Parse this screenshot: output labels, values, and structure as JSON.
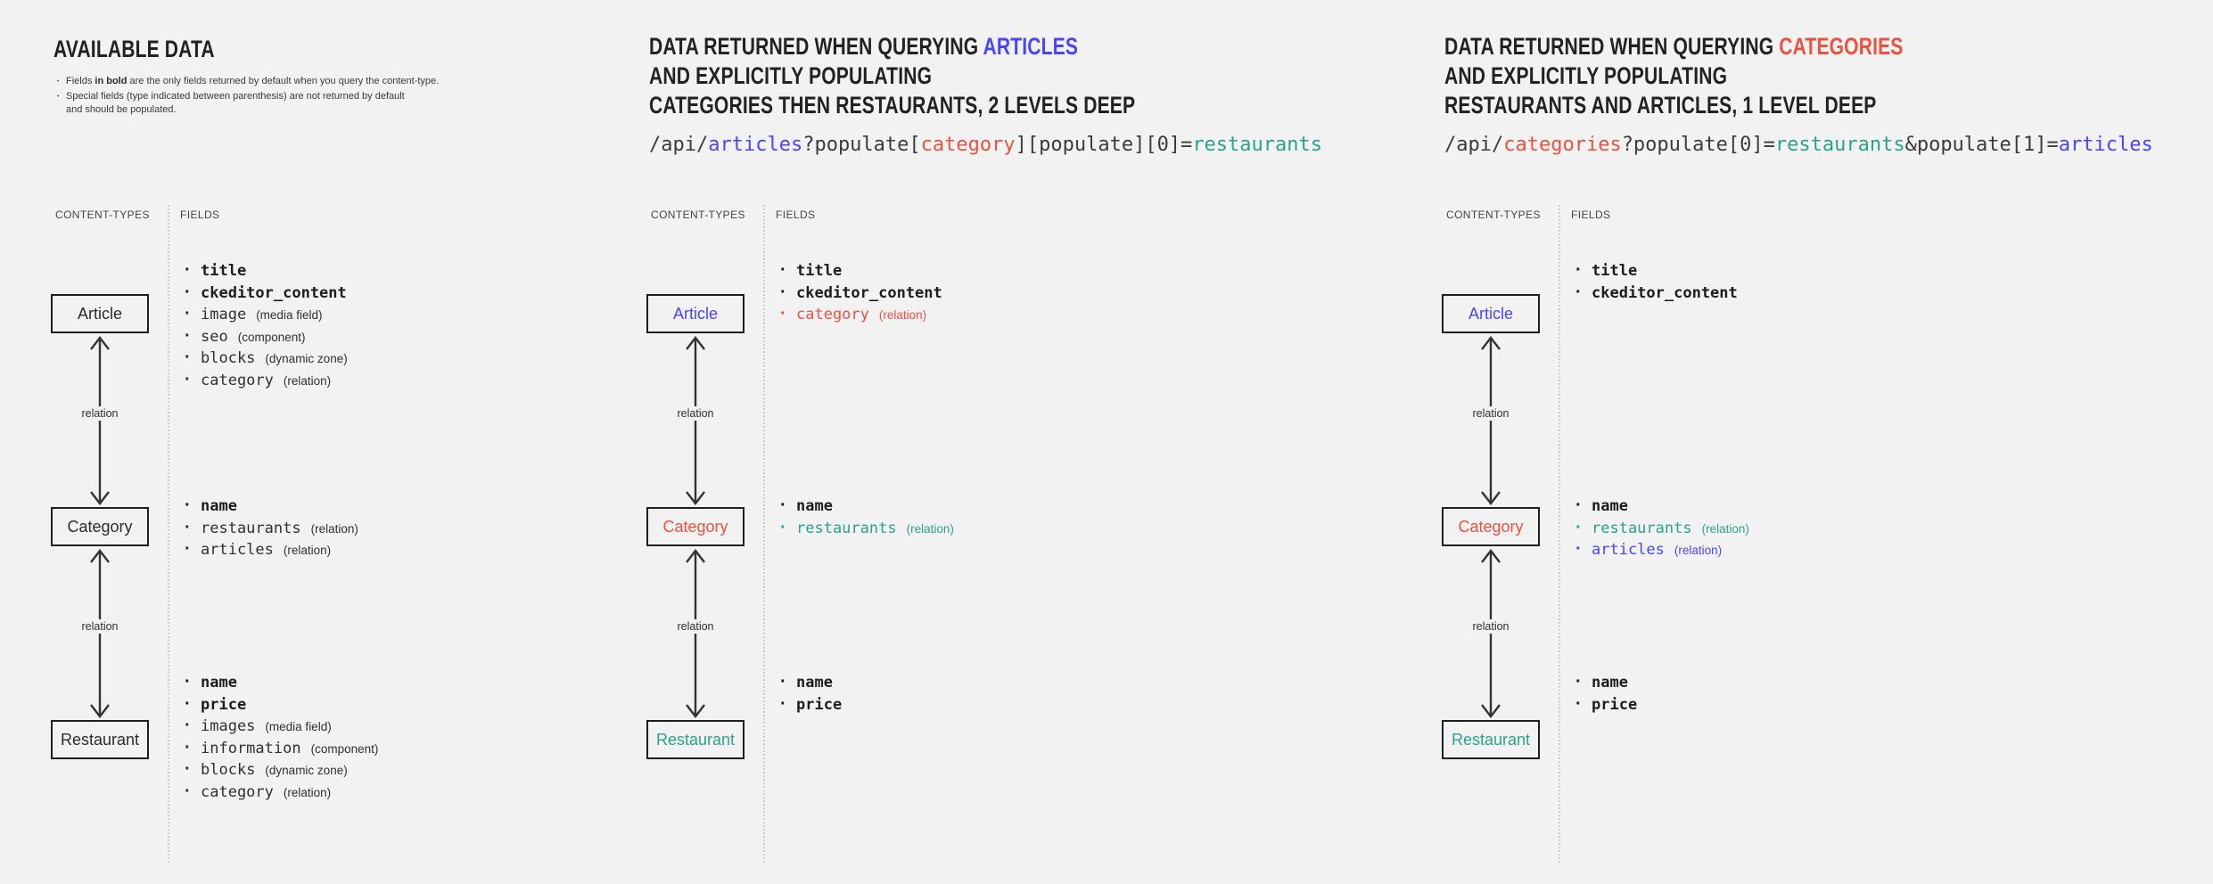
{
  "colors": {
    "background": "#f2f2f2",
    "heading": "#222222",
    "code_default": "#3b3b3b",
    "blue": "#4945ff",
    "red": "#ed5140",
    "teal": "#2aa38a"
  },
  "panels": [
    {
      "title": "AVAILABLE DATA",
      "notes": {
        "n1_prefix": "Fields ",
        "n1_bold": "in bold",
        "n1_suffix": " are the only fields returned by default when you query the content-type.",
        "n2": "Special fields (type indicated between parenthesis) are not returned by default and should be populated."
      },
      "diagram": {
        "content_types_label": "CONTENT-TYPES",
        "fields_label": "FIELDS",
        "arrows": [
          {
            "label": "relation"
          },
          {
            "label": "relation"
          }
        ],
        "nodes": [
          {
            "name": "Article",
            "fields": [
              {
                "name": "title",
                "bold": true
              },
              {
                "name": "ckeditor_content",
                "bold": true
              },
              {
                "name": "image",
                "type": "(media field)"
              },
              {
                "name": "seo",
                "type": "(component)"
              },
              {
                "name": "blocks",
                "type": "(dynamic zone)"
              },
              {
                "name": "category",
                "type": "(relation)"
              }
            ]
          },
          {
            "name": "Category",
            "fields": [
              {
                "name": "name",
                "bold": true
              },
              {
                "name": "restaurants",
                "type": "(relation)"
              },
              {
                "name": "articles",
                "type": "(relation)"
              }
            ]
          },
          {
            "name": "Restaurant",
            "fields": [
              {
                "name": "name",
                "bold": true
              },
              {
                "name": "price",
                "bold": true
              },
              {
                "name": "images",
                "type": "(media field)"
              },
              {
                "name": "information",
                "type": "(component)"
              },
              {
                "name": "blocks",
                "type": "(dynamic zone)"
              },
              {
                "name": "category",
                "type": "(relation)"
              }
            ]
          }
        ]
      }
    },
    {
      "heading": {
        "prefix": "DATA RETURNED WHEN QUERYING ",
        "accent": "ARTICLES",
        "accent_color": "#4945ff",
        "line2": "AND EXPLICITLY POPULATING",
        "line3": "CATEGORIES THEN RESTAURANTS, 2 LEVELS DEEP"
      },
      "api_segments": [
        {
          "text": "/api/",
          "color": "#3b3b3b"
        },
        {
          "text": "articles",
          "color": "#4945ff"
        },
        {
          "text": "?populate[",
          "color": "#3b3b3b"
        },
        {
          "text": "category",
          "color": "#ed5140"
        },
        {
          "text": "][populate][0]=",
          "color": "#3b3b3b"
        },
        {
          "text": "restaurants",
          "color": "#2aa38a"
        }
      ],
      "diagram": {
        "content_types_label": "CONTENT-TYPES",
        "fields_label": "FIELDS",
        "arrows": [
          {
            "label": "relation"
          },
          {
            "label": "relation"
          }
        ],
        "nodes": [
          {
            "name": "Article",
            "color": "#4945ff",
            "fields": [
              {
                "name": "title",
                "bold": true
              },
              {
                "name": "ckeditor_content",
                "bold": true
              },
              {
                "name": "category",
                "type": "(relation)",
                "color": "#ed5140"
              }
            ]
          },
          {
            "name": "Category",
            "color": "#ed5140",
            "fields": [
              {
                "name": "name",
                "bold": true
              },
              {
                "name": "restaurants",
                "type": "(relation)",
                "color": "#2aa38a"
              }
            ]
          },
          {
            "name": "Restaurant",
            "color": "#2aa38a",
            "fields": [
              {
                "name": "name",
                "bold": true
              },
              {
                "name": "price",
                "bold": true
              }
            ]
          }
        ]
      }
    },
    {
      "heading": {
        "prefix": "DATA RETURNED WHEN QUERYING ",
        "accent": "CATEGORIES",
        "accent_color": "#ed5140",
        "line2": "AND EXPLICITLY POPULATING",
        "line3": "RESTAURANTS AND ARTICLES, 1 LEVEL DEEP"
      },
      "api_segments": [
        {
          "text": "/api/",
          "color": "#3b3b3b"
        },
        {
          "text": "categories",
          "color": "#ed5140"
        },
        {
          "text": "?populate[0]=",
          "color": "#3b3b3b"
        },
        {
          "text": "restaurants",
          "color": "#2aa38a"
        },
        {
          "text": "&populate[1]=",
          "color": "#3b3b3b"
        },
        {
          "text": "articles",
          "color": "#4945ff"
        }
      ],
      "diagram": {
        "content_types_label": "CONTENT-TYPES",
        "fields_label": "FIELDS",
        "arrows": [
          {
            "label": "relation"
          },
          {
            "label": "relation"
          }
        ],
        "nodes": [
          {
            "name": "Article",
            "color": "#4945ff",
            "fields": [
              {
                "name": "title",
                "bold": true
              },
              {
                "name": "ckeditor_content",
                "bold": true
              }
            ]
          },
          {
            "name": "Category",
            "color": "#ed5140",
            "fields": [
              {
                "name": "name",
                "bold": true
              },
              {
                "name": "restaurants",
                "type": "(relation)",
                "color": "#2aa38a"
              },
              {
                "name": "articles",
                "type": "(relation)",
                "color": "#4945ff"
              }
            ]
          },
          {
            "name": "Restaurant",
            "color": "#2aa38a",
            "fields": [
              {
                "name": "name",
                "bold": true
              },
              {
                "name": "price",
                "bold": true
              }
            ]
          }
        ]
      }
    }
  ]
}
